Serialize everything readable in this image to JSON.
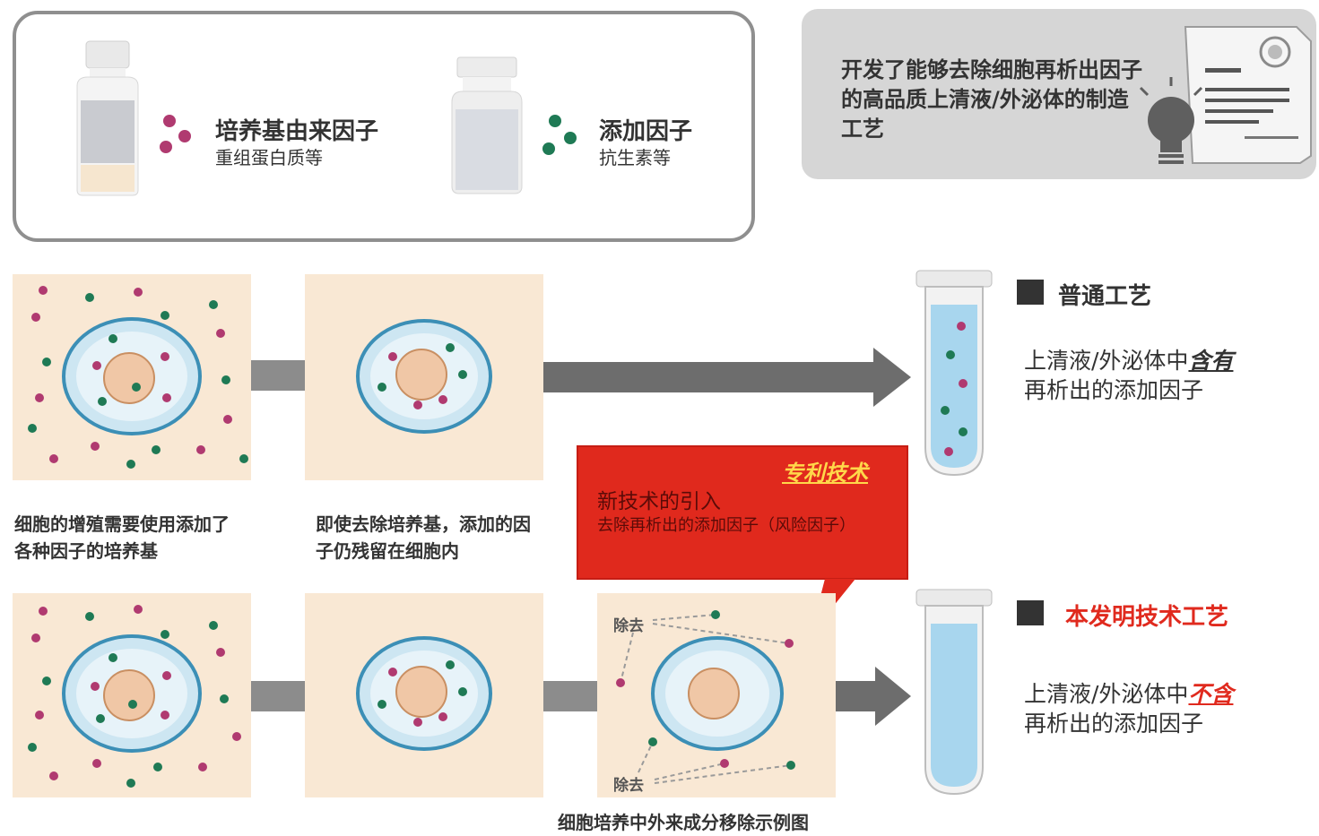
{
  "legend": {
    "medium_factor_title": "培养基由来因子",
    "medium_factor_sub": "重组蛋白质等",
    "additive_factor_title": "添加因子",
    "additive_factor_sub": "抗生素等"
  },
  "patent_note": {
    "text": "开发了能够去除细胞再析出因子的高品质上清液/外泌体的制造工艺"
  },
  "captions": {
    "step1": "细胞的增殖需要使用添加了各种因子的培养基",
    "step2": "即使去除培养基，添加的因子仍残留在细胞内",
    "figure": "细胞培养中外来成分移除示例图"
  },
  "conventional": {
    "label": "普通工艺",
    "desc_prefix": "上清液/外泌体中",
    "desc_emph": "含有",
    "desc_suffix": "再析出的添加因子"
  },
  "invention": {
    "label": "本发明技术工艺",
    "desc_prefix": "上清液/外泌体中",
    "desc_emph": "不含",
    "desc_suffix": "再析出的添加因子"
  },
  "callout": {
    "tag": "专利技术",
    "line1": "新技术的引入",
    "line2": "去除再析出的添加因子（风险因子）"
  },
  "remove_label": "除去",
  "colors": {
    "magenta_dot": "#b03a70",
    "green_dot": "#1f7a55",
    "panel_bg": "#f9e8d4",
    "red_box": "#e0291d",
    "arrow": "#6d6d6d",
    "label_red": "#e02a1e"
  }
}
